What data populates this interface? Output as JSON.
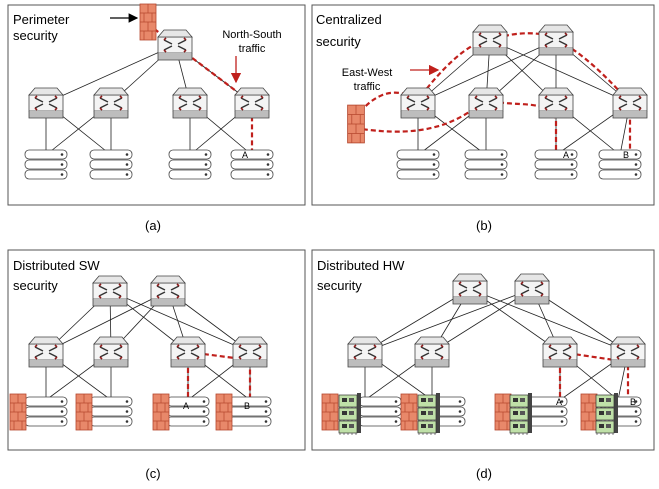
{
  "panels": [
    {
      "id": "a",
      "caption": "(a)",
      "title_lines": [
        "Perimeter",
        "security"
      ],
      "annotation_lines": [
        "North-South",
        "traffic"
      ],
      "server_labels": [
        "A"
      ]
    },
    {
      "id": "b",
      "caption": "(b)",
      "title_lines": [
        "Centralized",
        "security"
      ],
      "annotation_lines": [
        "East-West",
        "traffic"
      ],
      "server_labels": [
        "A",
        "B"
      ]
    },
    {
      "id": "c",
      "caption": "(c)",
      "title_lines": [
        "Distributed SW",
        "security"
      ],
      "server_labels": [
        "A",
        "B"
      ]
    },
    {
      "id": "d",
      "caption": "(d)",
      "title_lines": [
        "Distributed HW",
        "security"
      ],
      "server_labels": [
        "A",
        "B"
      ]
    }
  ],
  "colors": {
    "traffic_path": "#c0201c",
    "firewall": "#e8886a",
    "firewall_mortar": "#b5472e",
    "switch_face": "#d9d9d9",
    "nic_card": "#bfe0a8",
    "frame_border": "#555555"
  },
  "icons": [
    "switch-icon",
    "firewall-icon",
    "server-rack-icon",
    "nic-card-icon",
    "arrow-icon"
  ]
}
